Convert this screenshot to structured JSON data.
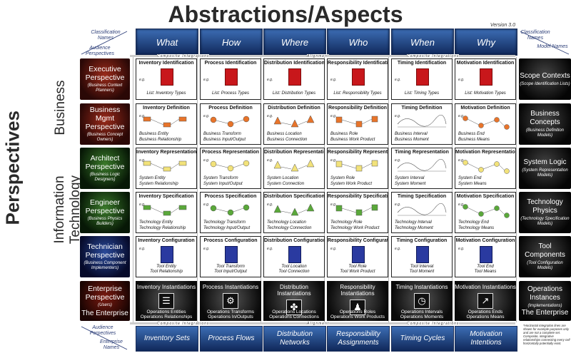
{
  "title": "Abstractions/Aspects",
  "version": "Version 3.0",
  "perspectives_label": "Perspectives",
  "business_label": "Business",
  "it_label": "Information Technology",
  "corners": {
    "tl_classification": "Classification Names",
    "tl_audience": "Audience Perspectives",
    "tr_classification": "Classification Names",
    "tr_model": "Model Names",
    "bl_audience": "Audience Perpectives",
    "bl_enterprise": "Enterprise Names"
  },
  "integrations": {
    "composite": "Composite Integrations",
    "alignment": "Alignment"
  },
  "columns": [
    "What",
    "How",
    "Where",
    "Who",
    "When",
    "Why"
  ],
  "enterprise_names": [
    "Inventory Sets",
    "Process Flows",
    "Distribution Networks",
    "Responsibility Assignments",
    "Timing Cycles",
    "Motivation Intentions"
  ],
  "rows": [
    {
      "title": "Executive Perspective",
      "sub": "(Business Context Planners)",
      "color": "red",
      "right_title": "Scope Contexts",
      "right_sub": "(Scope Identification Lists)"
    },
    {
      "title": "Business Mgmt Perspective",
      "sub": "(Business Concept Owners)",
      "color": "red",
      "right_title": "Business Concepts",
      "right_sub": "(Business Definition Models)"
    },
    {
      "title": "Architect Perspective",
      "sub": "(Business Logic Designers)",
      "color": "green",
      "right_title": "System Logic",
      "right_sub": "(System Representation Models)"
    },
    {
      "title": "Engineer Perspective",
      "sub": "(Business Physics Builders)",
      "color": "green",
      "right_title": "Technology Physics",
      "right_sub": "(Technology Specification Models)"
    },
    {
      "title": "Technician Perspective",
      "sub": "(Business Component Implementers)",
      "color": "blue",
      "right_title": "Tool Components",
      "right_sub": "(Tool Configuration Models)"
    },
    {
      "title": "Enterprise Perspective",
      "sub": "(Users)",
      "extra": "The Enterprise",
      "color": "ent",
      "right_title": "Operations Instances",
      "right_sub": "(Implementations)",
      "right_extra": "The Enterprise"
    }
  ],
  "cells": {
    "r0": [
      {
        "t": "Inventory Identification",
        "l": [
          "List: Inventory Types"
        ]
      },
      {
        "t": "Process Identification",
        "l": [
          "List: Process Types"
        ]
      },
      {
        "t": "Distribution Identification",
        "l": [
          "List: Distribution Types"
        ]
      },
      {
        "t": "Responsibility Identification",
        "l": [
          "List: Responsibility Types"
        ]
      },
      {
        "t": "Timing Identification",
        "l": [
          "List: Timing Types"
        ]
      },
      {
        "t": "Motivation Identification",
        "l": [
          "List: Motivation Types"
        ]
      }
    ],
    "r1": [
      {
        "t": "Inventory Definition",
        "l": [
          "Business Entity",
          "Business Relationship"
        ]
      },
      {
        "t": "Process Definition",
        "l": [
          "Business Transform",
          "Business Input/Output"
        ]
      },
      {
        "t": "Distribution Definition",
        "l": [
          "Business Location",
          "Business Connection"
        ]
      },
      {
        "t": "Responsibility Definition",
        "l": [
          "Business Role",
          "Business Work Product"
        ]
      },
      {
        "t": "Timing Definition",
        "l": [
          "Business Interval",
          "Business Moment"
        ]
      },
      {
        "t": "Motivation Definition",
        "l": [
          "Business End",
          "Business Means"
        ]
      }
    ],
    "r2": [
      {
        "t": "Inventory Representation",
        "l": [
          "System Entity",
          "System Relationship"
        ]
      },
      {
        "t": "Process Representation",
        "l": [
          "System Transform",
          "System Input/Output"
        ]
      },
      {
        "t": "Distribution Representation",
        "l": [
          "System Location",
          "System Connection"
        ]
      },
      {
        "t": "Responsibility Representation",
        "l": [
          "System Role",
          "System Work Product"
        ]
      },
      {
        "t": "Timing Representation",
        "l": [
          "System Interval",
          "System Moment"
        ]
      },
      {
        "t": "Motivation Representation",
        "l": [
          "System End",
          "System Means"
        ]
      }
    ],
    "r3": [
      {
        "t": "Inventory Specification",
        "l": [
          "Technology Entity",
          "Technology Relationship"
        ]
      },
      {
        "t": "Process Specification",
        "l": [
          "Technology Transform",
          "Technology Input/Output"
        ]
      },
      {
        "t": "Distribution Specification",
        "l": [
          "Technology Location",
          "Technology Connection"
        ]
      },
      {
        "t": "Responsibility Specification",
        "l": [
          "Technology Role",
          "Technology Work Product"
        ]
      },
      {
        "t": "Timing Specification",
        "l": [
          "Technology Interval",
          "Technology Moment"
        ]
      },
      {
        "t": "Motivation Specification",
        "l": [
          "Technology End",
          "Technology Means"
        ]
      }
    ],
    "r4": [
      {
        "t": "Inventory Configuration",
        "l": [
          "Tool Entity",
          "Tool Relationship"
        ]
      },
      {
        "t": "Process Configuration",
        "l": [
          "Tool Transform",
          "Tool Input/Output"
        ]
      },
      {
        "t": "Distribution Configuration",
        "l": [
          "Tool Location",
          "Tool Connection"
        ]
      },
      {
        "t": "Responsibility Configuration",
        "l": [
          "Tool Role",
          "Tool Work Product"
        ]
      },
      {
        "t": "Timing Configuration",
        "l": [
          "Tool Interval",
          "Tool Moment"
        ]
      },
      {
        "t": "Motivation Configuration",
        "l": [
          "Tool End",
          "Tool Means"
        ]
      }
    ],
    "r5": [
      {
        "t": "Inventory Instantiations",
        "l": [
          "Operations Entities",
          "Operations Relationships"
        ],
        "icon": "clipboard-icon"
      },
      {
        "t": "Process Instantiations",
        "l": [
          "Operations Transforms",
          "Operations In/Outputs"
        ],
        "icon": "gear-icon"
      },
      {
        "t": "Distribution Instantiations",
        "l": [
          "Operations Locations",
          "Operations Connections"
        ],
        "icon": "network-icon"
      },
      {
        "t": "Responsibility Instantiations",
        "l": [
          "Operations Roles",
          "Operations Work Products"
        ],
        "icon": "person-icon"
      },
      {
        "t": "Timing Instantiations",
        "l": [
          "Operations Intervals",
          "Operations Moments"
        ],
        "icon": "clock-icon"
      },
      {
        "t": "Motivation Instantiations",
        "l": [
          "Operations Ends",
          "Operations Means"
        ],
        "icon": "chart-icon"
      }
    ]
  },
  "eg": "e.g.",
  "footnote": "*Horizontal integration lines are shown for example purposes only and are not a complete set. Composite, integrative relationships connecting every cell horizontally potentially exist."
}
